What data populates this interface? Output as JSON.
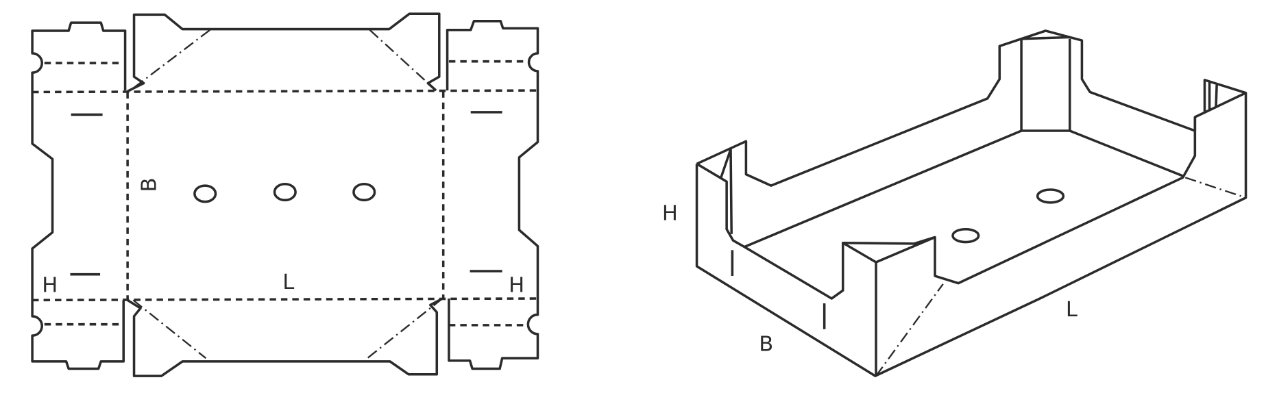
{
  "diagram": {
    "flat_layout": {
      "labels": {
        "width": "B",
        "height_left": "H",
        "length": "L",
        "height_right": "H"
      },
      "holes": 3
    },
    "isometric_view": {
      "labels": {
        "height": "H",
        "width": "B",
        "length": "L"
      },
      "holes": 2
    },
    "line_color": "#2b2b2b"
  }
}
